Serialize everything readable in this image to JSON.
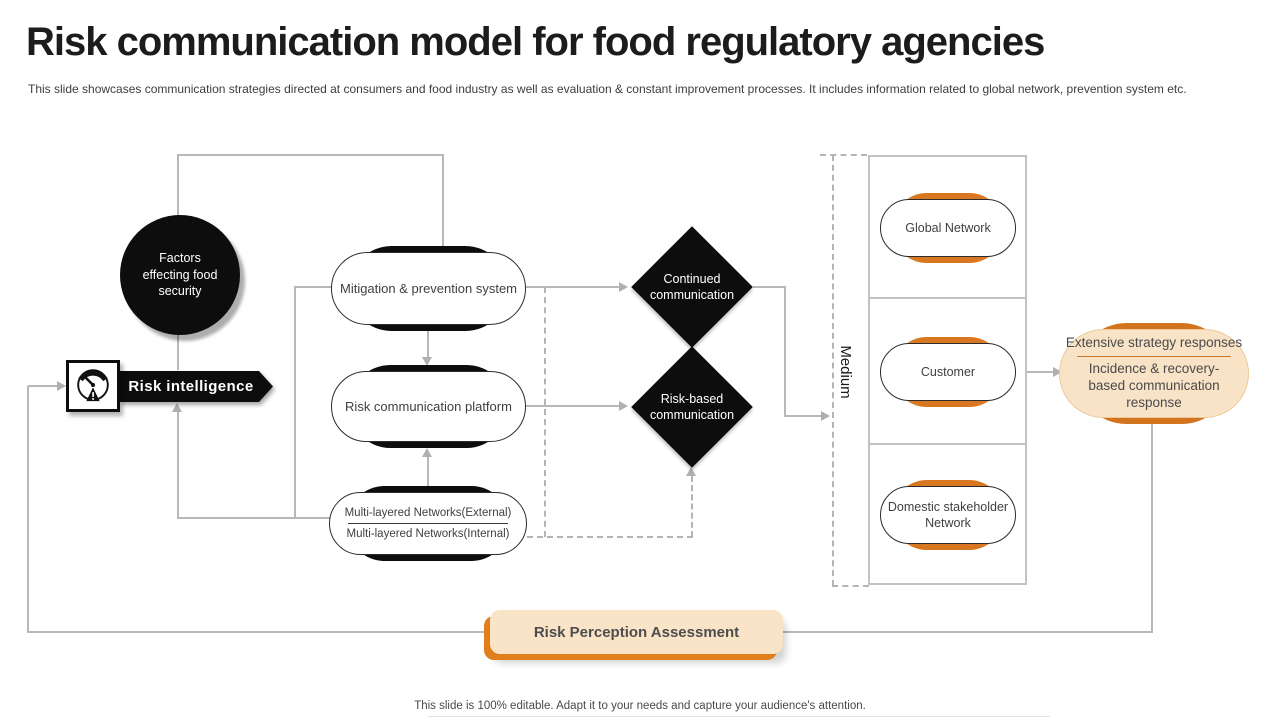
{
  "slide": {
    "title": "Risk communication model for food regulatory agencies",
    "subtitle": "This slide showcases communication strategies directed at consumers and food industry as well as evaluation & constant improvement processes. It includes information related to global network, prevention system etc.",
    "footer": "This slide is 100% editable.  Adapt it to your needs and capture your audience's attention."
  },
  "palette": {
    "accent_orange": "#D8771F",
    "peach_fill": "#F9E3C7",
    "shape_black": "#0D0D0D",
    "connector_gray": "#B8B8B8",
    "text_gray": "#404040"
  },
  "diagram": {
    "factors_circle": {
      "label": "Factors effecting food security"
    },
    "risk_intelligence": {
      "label": "Risk intelligence",
      "icon": "gauge-warning-icon"
    },
    "process": {
      "mitigation": {
        "label": "Mitigation & prevention  system"
      },
      "platform": {
        "label": "Risk communication platform"
      },
      "networks": {
        "external": "Multi-layered Networks(External)",
        "internal": "Multi-layered Networks(Internal)"
      }
    },
    "decisions": {
      "continued": {
        "label": "Continued communication"
      },
      "risk_based": {
        "label": "Risk-based communication"
      }
    },
    "medium": {
      "label": "Medium",
      "channels": [
        "Global Network",
        "Customer",
        "Domestic stakeholder Network"
      ]
    },
    "responses": {
      "line1": "Extensive strategy responses",
      "line2": "Incidence & recovery-based communication response"
    },
    "assessment": {
      "label": "Risk Perception Assessment"
    }
  }
}
